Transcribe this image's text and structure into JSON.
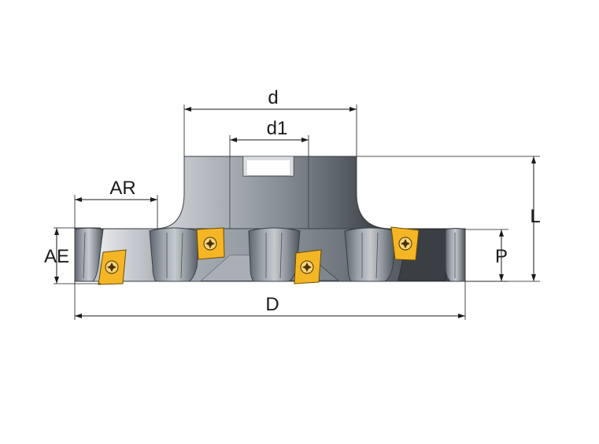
{
  "labels": {
    "d": "d",
    "d1": "d1",
    "AR": "AR",
    "AE": "AE",
    "L": "L",
    "P": "P",
    "D": "D"
  },
  "colors": {
    "insert": "#f5b626",
    "body_light": "#b8bcc2",
    "body_mid": "#8e959d",
    "body_dark": "#3d4247"
  }
}
